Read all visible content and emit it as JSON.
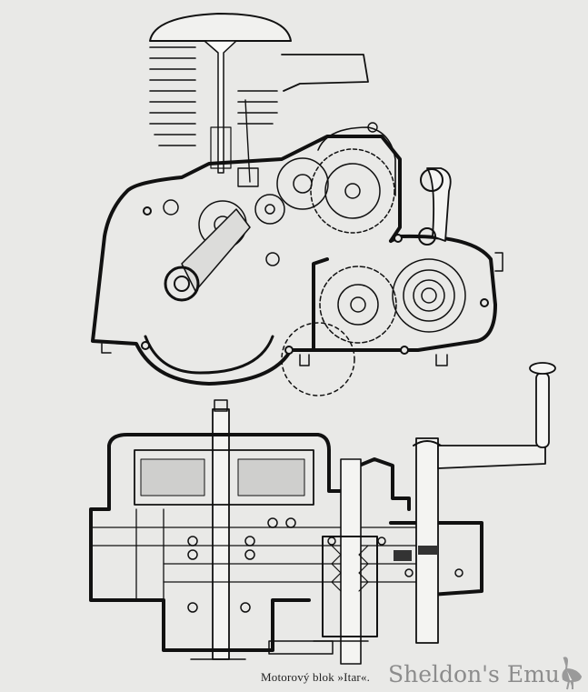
{
  "figure": {
    "subject": "engine-block-cross-section",
    "caption": "Motorový blok »Itar«.",
    "watermark": "Sheldon's Emu",
    "colors": {
      "background": "#e9e9e7",
      "ink": "#111111",
      "watermark": "#8c8c8c"
    }
  }
}
